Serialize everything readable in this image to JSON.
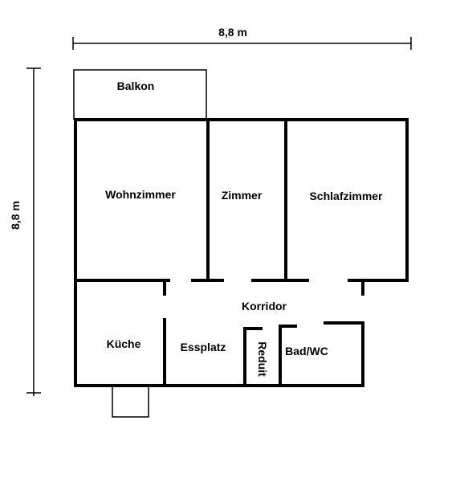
{
  "dimensions": {
    "width_label": "8,8 m",
    "height_label": "8,8 m"
  },
  "rooms": {
    "balkon": "Balkon",
    "wohnzimmer": "Wohnzimmer",
    "zimmer": "Zimmer",
    "schlafzimmer": "Schlafzimmer",
    "korridor": "Korridor",
    "kueche": "Küche",
    "essplatz": "Essplatz",
    "reduit": "Reduit",
    "bad_wc": "Bad/WC"
  }
}
